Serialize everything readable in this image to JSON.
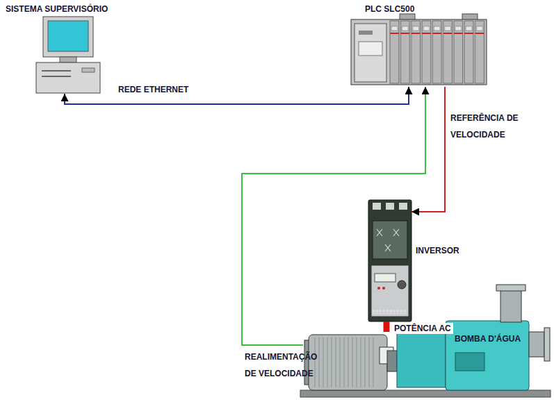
{
  "diagram": {
    "nodes": [
      {
        "text": [
          "SISTEMA SUPERVISÓRIO"
        ]
      },
      {
        "text": [
          "PLC SLC500"
        ]
      },
      {
        "text": [
          "INVERSOR"
        ]
      },
      {
        "text": [
          "BOMBA D'ÁGUA"
        ]
      }
    ],
    "edges": [
      {
        "from": 0,
        "to": 1,
        "arrow": "both",
        "label": "REDE ETHERNET"
      },
      {
        "from": 1,
        "to": 2,
        "arrow": "to",
        "label": "REFERÊNCIA DE VELOCIDADE"
      },
      {
        "from": 2,
        "to": 3,
        "arrow": "none",
        "label": "POTÊNCIA AC"
      },
      {
        "from": 3,
        "to": 1,
        "arrow": "to",
        "label": "REALIMENTAÇÃO DE VELOCIDADE"
      }
    ]
  }
}
